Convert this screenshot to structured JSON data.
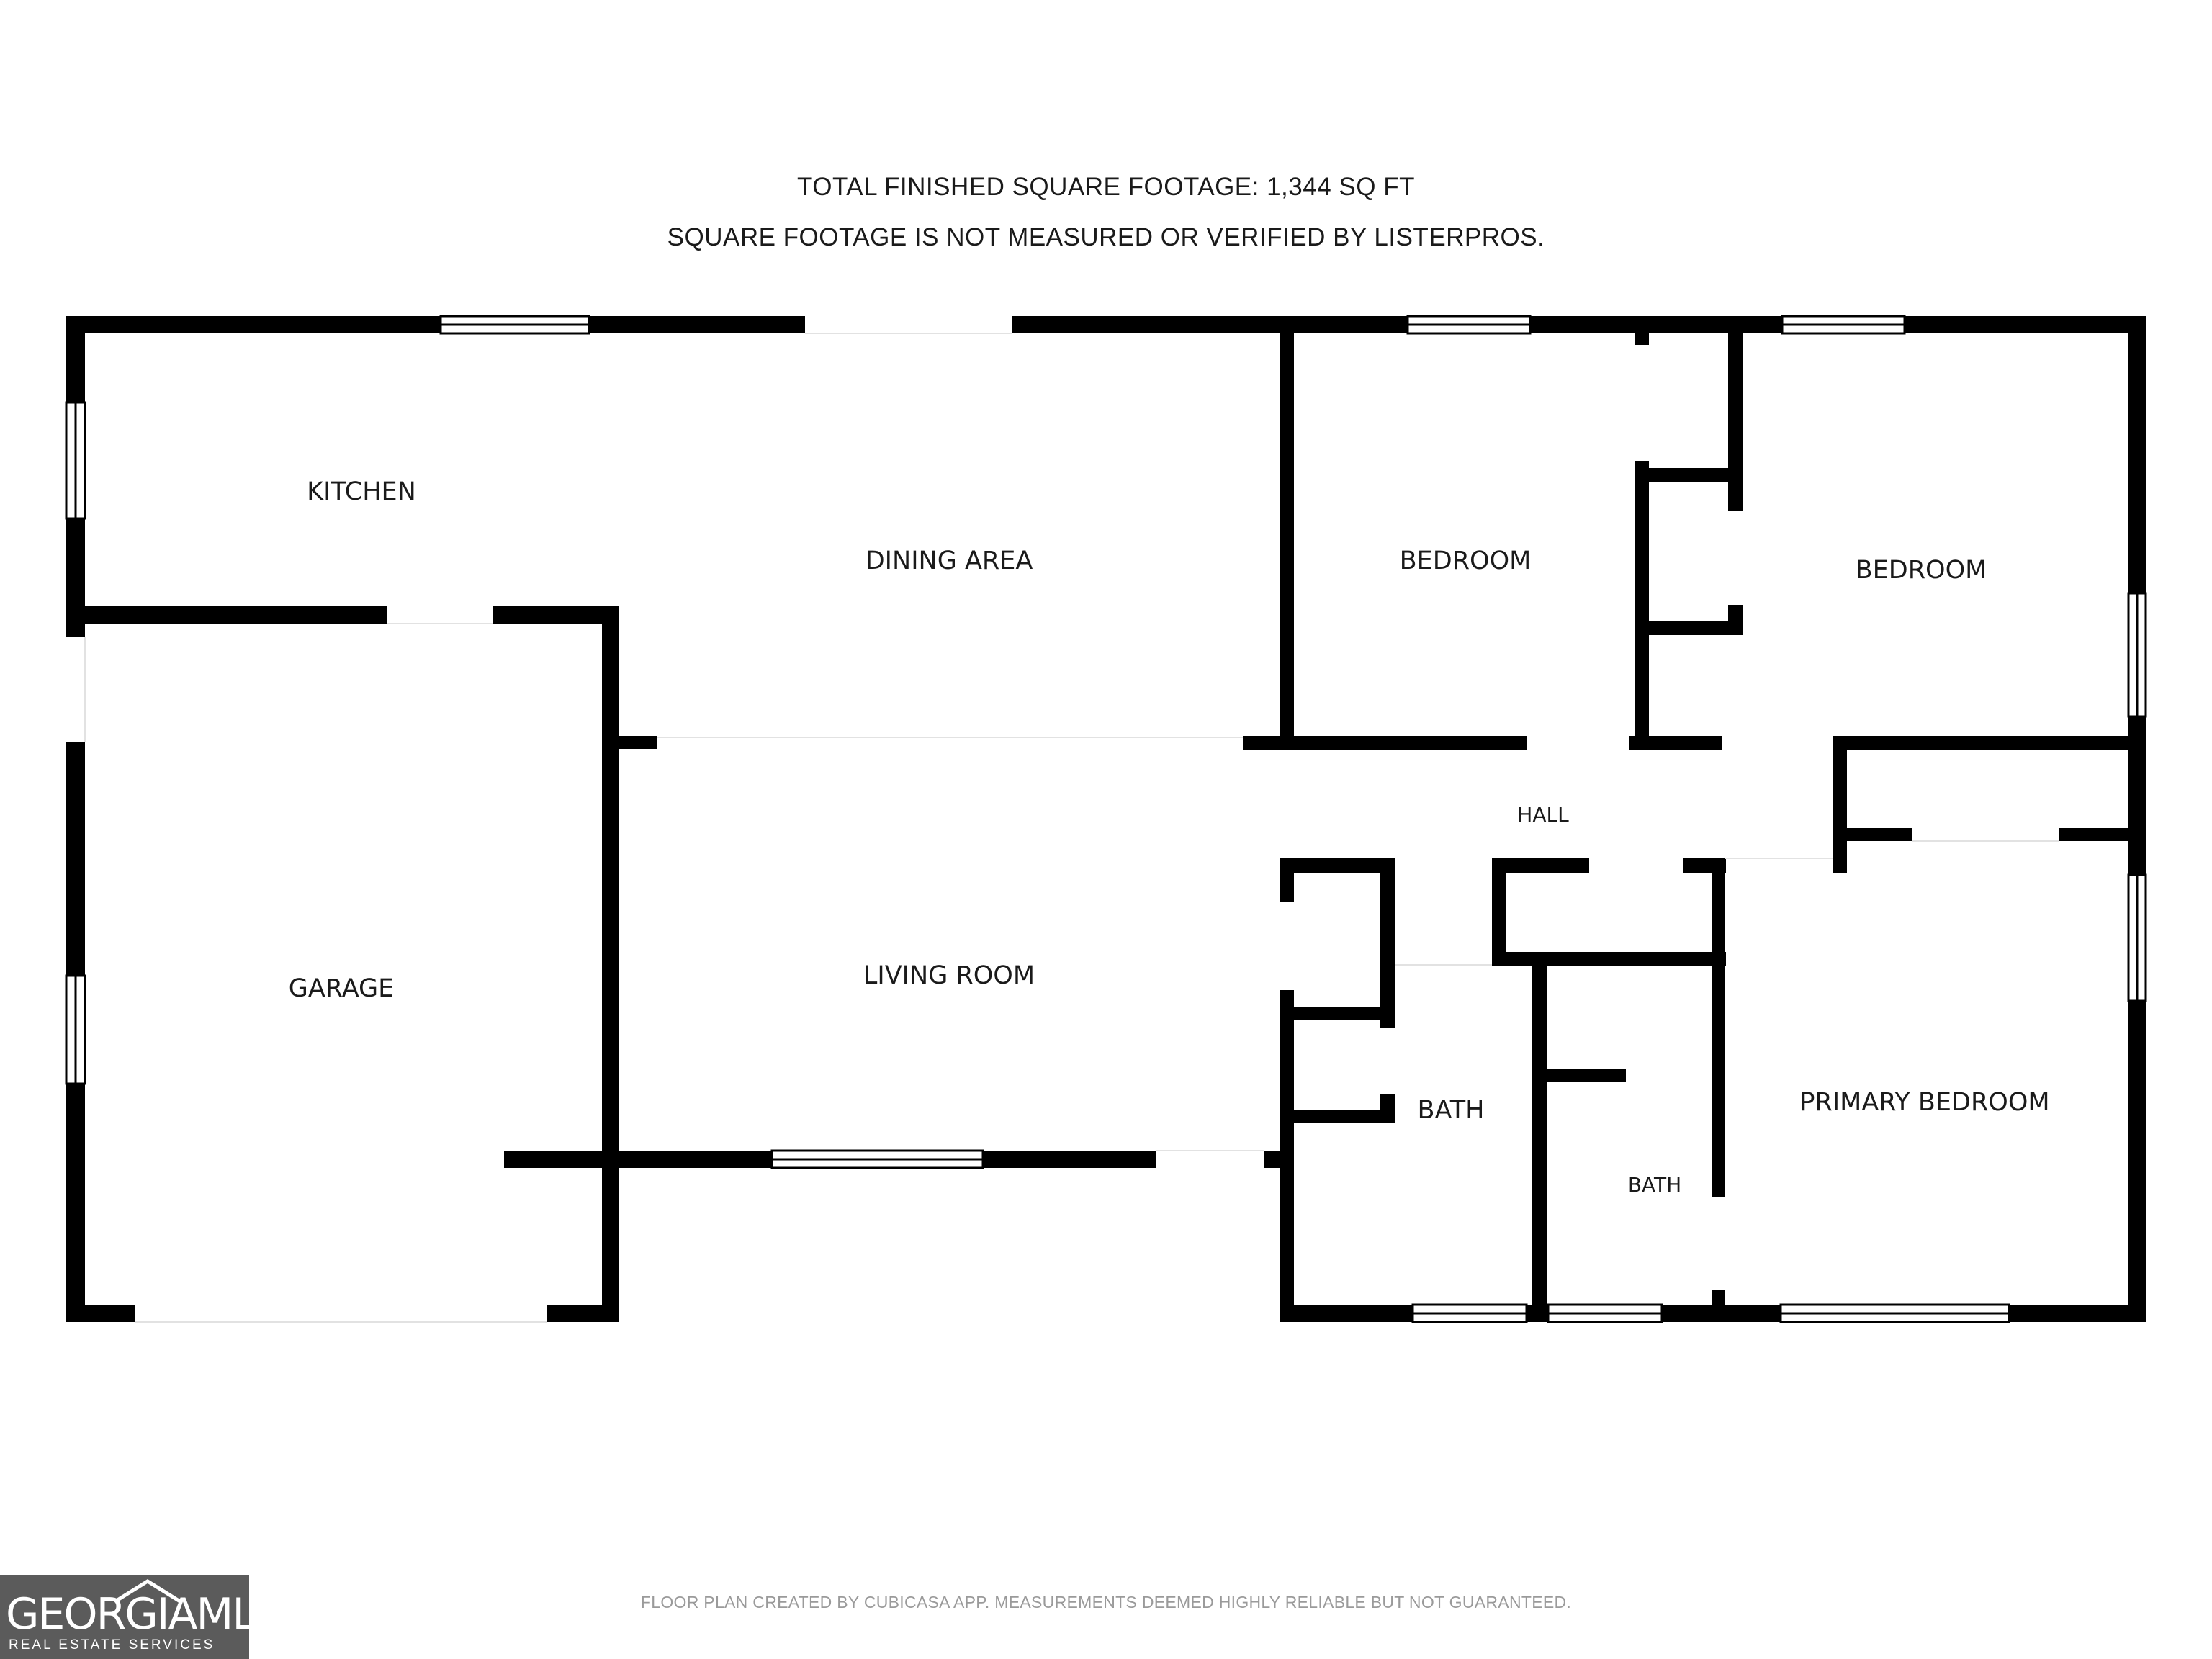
{
  "header": {
    "total_sqft": "TOTAL FINISHED SQUARE FOOTAGE: 1,344 SQ FT",
    "disclaimer": "SQUARE FOOTAGE IS NOT MEASURED OR VERIFIED BY LISTERPROS."
  },
  "rooms": {
    "kitchen": "KITCHEN",
    "dining_area": "DINING AREA",
    "bedroom_1": "BEDROOM",
    "bedroom_2": "BEDROOM",
    "hall": "HALL",
    "garage": "GARAGE",
    "living_room": "LIVING ROOM",
    "bath_1": "BATH",
    "bath_2": "BATH",
    "primary_bedroom": "PRIMARY BEDROOM"
  },
  "footer": {
    "note": "FLOOR PLAN CREATED BY CUBICASA APP. MEASUREMENTS DEEMED HIGHLY RELIABLE BUT NOT GUARANTEED.",
    "logo_main": "GEORGIAMLS",
    "logo_sub": "REAL ESTATE SERVICES"
  },
  "colors": {
    "wall": "#000000",
    "background": "#ffffff",
    "logo_bg": "#5b5b5b",
    "footer_text": "#9a9a9a"
  }
}
